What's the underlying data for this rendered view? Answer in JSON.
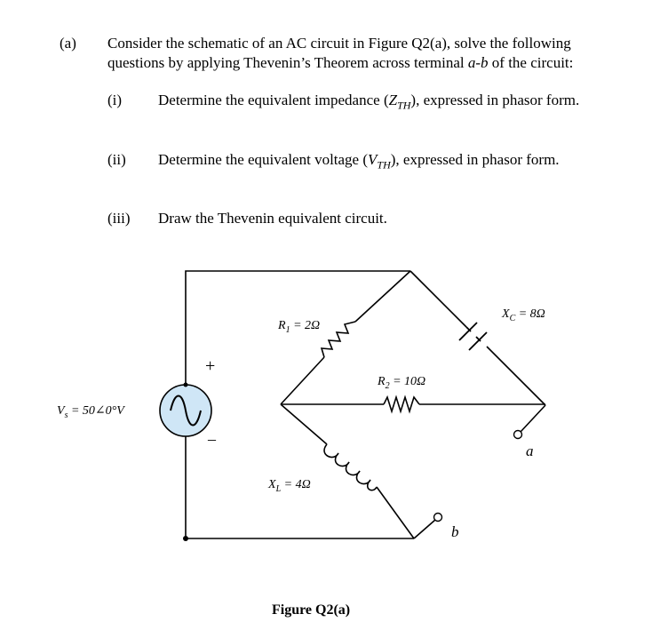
{
  "question": {
    "part": "(a)",
    "intro_1": "Consider the schematic of an AC circuit in Figure Q2(a), solve the following",
    "intro_2a": "questions by applying Thevenin’s Theorem across terminal ",
    "intro_2b": "a-b",
    "intro_2c": " of the circuit:",
    "items": [
      {
        "num": "(i)",
        "pre": "Determine the equivalent impedance (",
        "sym": "Z",
        "sub": "TH",
        "post": "), expressed in phasor form."
      },
      {
        "num": "(ii)",
        "pre": "Determine the equivalent voltage (",
        "sym": "V",
        "sub": "TH",
        "post": "), expressed in phasor form."
      },
      {
        "num": "(iii)",
        "text": "Draw the Thevenin equivalent circuit."
      }
    ]
  },
  "circuit": {
    "source_label": "V",
    "source_sub": "s",
    "source_value": " = 50∠0°V",
    "plus": "+",
    "minus": "–",
    "r1_label": "R",
    "r1_sub": "1",
    "r1_value": " = 2Ω",
    "r2_label": "R",
    "r2_sub": "2",
    "r2_value": " = 10Ω",
    "xc_label": "X",
    "xc_sub": "C",
    "xc_value": " = 8Ω",
    "xl_label": "X",
    "xl_sub": "L",
    "xl_value": " = 4Ω",
    "terminal_a": "a",
    "terminal_b": "b"
  },
  "figure": {
    "caption": "Figure Q2(a)"
  }
}
